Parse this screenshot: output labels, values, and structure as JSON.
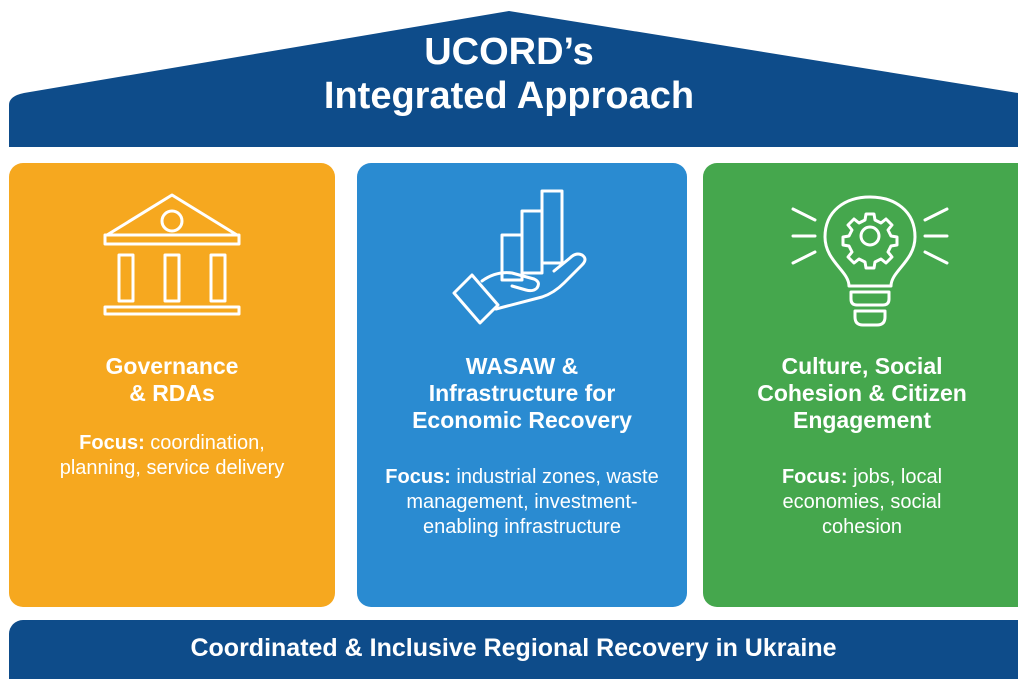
{
  "roof": {
    "title_line1": "UCORD’s",
    "title_line2": "Integrated Approach"
  },
  "pillars": [
    {
      "icon": "government-building-icon",
      "title_lines": [
        "Governance",
        "& RDAs"
      ],
      "focus_label": "Focus:",
      "focus_text": "coordination, planning, service delivery"
    },
    {
      "icon": "hand-growth-chart-icon",
      "title_lines": [
        "WASAW &",
        "Infrastructure for",
        "Economic Recovery"
      ],
      "focus_label": "Focus:",
      "focus_text": "industrial zones, waste management, investment-enabling infrastructure"
    },
    {
      "icon": "lightbulb-gear-icon",
      "title_lines": [
        "Culture, Social",
        "Cohesion & Citizen",
        "Engagement"
      ],
      "focus_label": "Focus:",
      "focus_text": "jobs, local economies, social cohesion"
    }
  ],
  "base": {
    "text": "Coordinated & Inclusive Regional Recovery in Ukraine"
  },
  "colors": {
    "navy": "#0E4C8A",
    "orange": "#F6A81F",
    "blue": "#2A8BD1",
    "green": "#45A74D"
  }
}
